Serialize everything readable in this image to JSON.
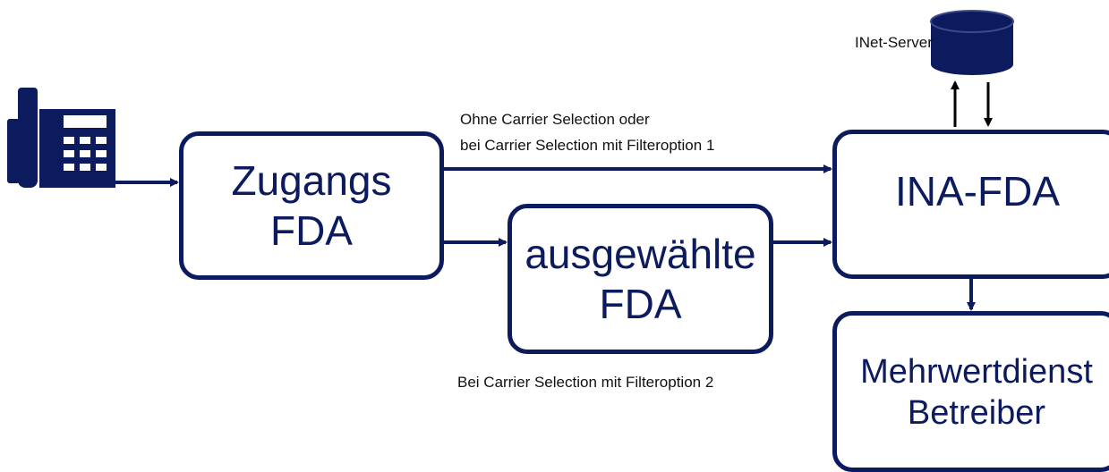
{
  "colors": {
    "primary": "#0c1a5e",
    "text": "#111111",
    "background": "#ffffff"
  },
  "icons": {
    "telephone": "desk-phone-icon",
    "server": "database-cylinder-icon"
  },
  "labels": {
    "server": "INet-Server",
    "path_direct_line1": "Ohne Carrier Selection oder",
    "path_direct_line2": "bei Carrier Selection mit Filteroption 1",
    "path_selected": "Bei Carrier Selection mit Filteroption 2"
  },
  "nodes": {
    "zugang": {
      "line1": "Zugangs",
      "line2": "FDA"
    },
    "ausgewaehlt": {
      "line1": "ausgewählte",
      "line2": "FDA"
    },
    "ina": {
      "line1": "INA-FDA"
    },
    "mehrwert": {
      "line1": "Mehrwertdienst",
      "line2": "Betreiber"
    }
  }
}
